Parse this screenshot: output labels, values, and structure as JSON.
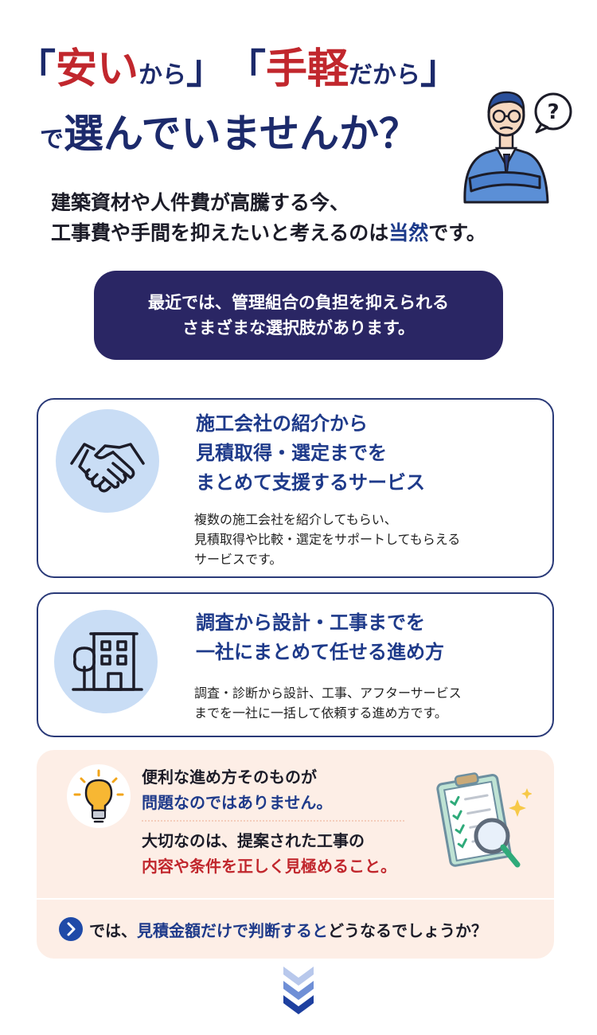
{
  "headline": {
    "open1": "「",
    "word1": "安い",
    "suffix1": "から",
    "close1": "」",
    "open2": "「",
    "word2": "手軽",
    "suffix2": "だから",
    "close2": "」",
    "prefix3": "で",
    "main3": "選んでいませんか？"
  },
  "lead": {
    "line1": "建築資材や人件費が高騰する今、",
    "line2_pre": "工事費や手間を抑えたいと考えるのは",
    "line2_hl": "当然",
    "line2_post": "です。"
  },
  "notice": {
    "line1": "最近では、管理組合の負担を抑えられる",
    "line2": "さまざまな選択肢があります。"
  },
  "cards": [
    {
      "icon": "handshake-icon",
      "title": [
        "施工会社の紹介から",
        "見積取得・選定までを",
        "まとめて支援するサービス"
      ],
      "desc": [
        "複数の施工会社を紹介してもらい、",
        "見積取得や比較・選定をサポートしてもらえる",
        "サービスです。"
      ]
    },
    {
      "icon": "building-icon",
      "title": [
        "調査から設計・工事までを",
        "一社にまとめて任せる進め方"
      ],
      "desc": [
        "調査・診断から設計、工事、アフターサービス",
        "までを一社に一括して依頼する進め方です。"
      ]
    }
  ],
  "point": {
    "a1": "便利な進め方そのものが",
    "a2": "問題なのではありません。",
    "b1": "大切なのは、提案された工事の",
    "b2": "内容や条件を正しく見極めること。"
  },
  "question": {
    "pre": "では、",
    "hl": "見積金額だけで判断すると",
    "post": "どうなるでしょうか？"
  },
  "colors": {
    "navy": "#1e3a8a",
    "red": "#c1272d",
    "box": "#2a2664",
    "pink": "#fdeee6",
    "circle": "#c9ddf5"
  }
}
